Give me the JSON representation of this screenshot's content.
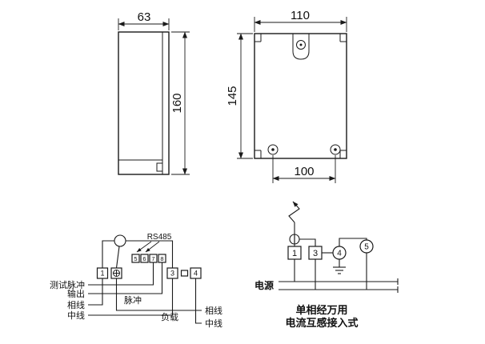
{
  "dimension_drawings": {
    "side_view": {
      "width": "63",
      "height": "160"
    },
    "front_view": {
      "width": "110",
      "height": "145",
      "mounting_hole_span": "100"
    }
  },
  "wiring_diagram_direct": {
    "rs485_label": "RS485",
    "pulse_label": "脉冲",
    "terminal_1": "1",
    "terminal_3": "3",
    "terminal_4": "4",
    "aux_terminals": {
      "t5": "5",
      "t6": "6",
      "t7": "7",
      "t8": "8"
    },
    "left_labels": {
      "test_pulse": "测试脉冲",
      "output": "输出",
      "phase": "相线",
      "neutral": "中线"
    },
    "load_label": "负载",
    "load_phase": "相线",
    "load_neutral": "中线"
  },
  "wiring_diagram_ct": {
    "terminal_1": "1",
    "terminal_3": "3",
    "terminal_4": "4",
    "terminal_5": "5",
    "power_label": "电源",
    "caption_line1": "单相经万用",
    "caption_line2": "电流互感接入式"
  }
}
